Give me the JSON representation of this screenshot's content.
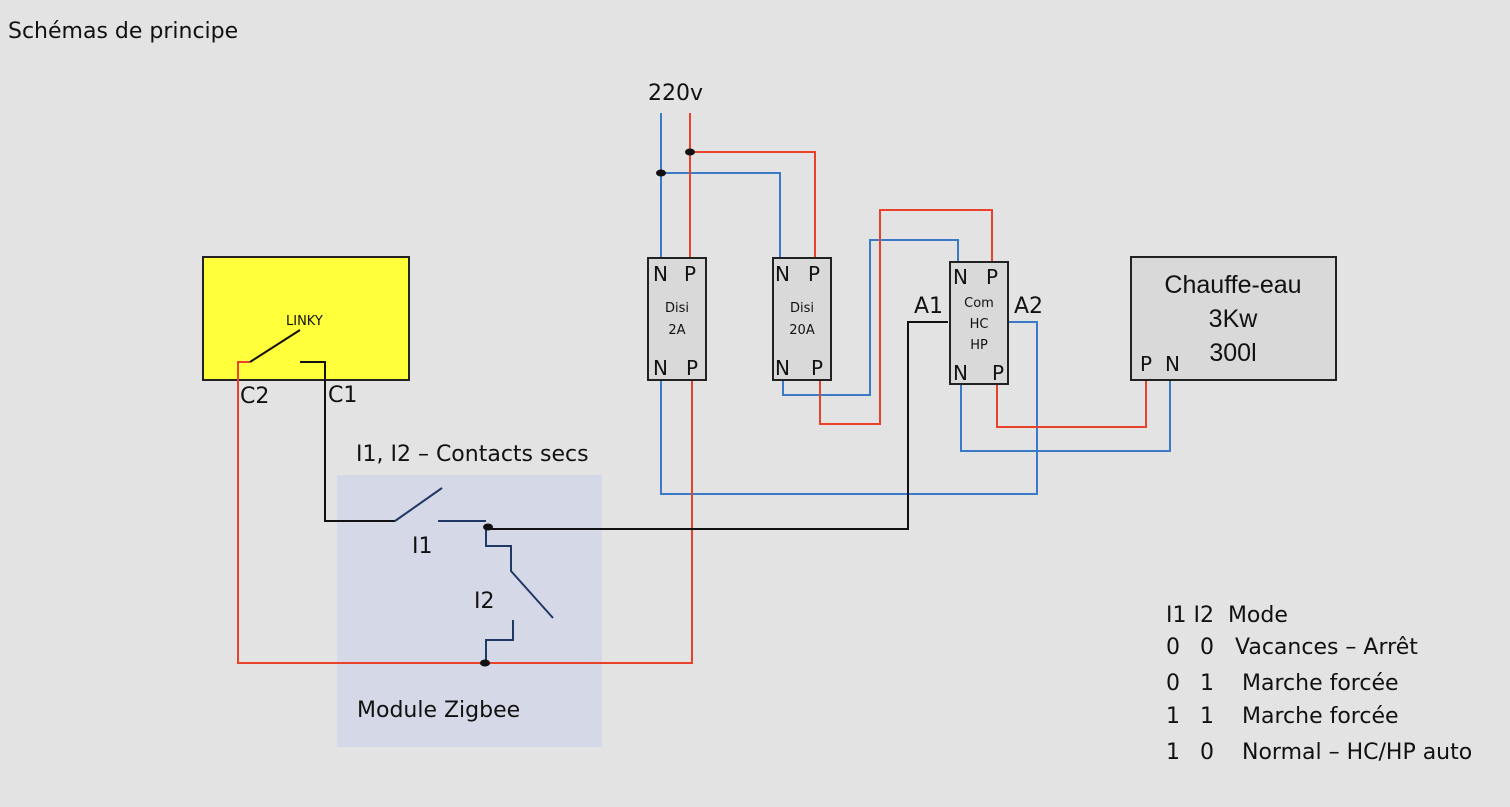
{
  "title": "Schémas de principe",
  "supply": {
    "label": "220v"
  },
  "linky": {
    "name": "LINKY",
    "terminal_left": "C2",
    "terminal_right": "C1"
  },
  "breaker_2a": {
    "top_n": "N",
    "top_p": "P",
    "line1": "Disi",
    "line2": "2A",
    "bottom_n": "N",
    "bottom_p": "P"
  },
  "breaker_20a": {
    "top_n": "N",
    "top_p": "P",
    "line1": "Disi",
    "line2": "20A",
    "bottom_n": "N",
    "bottom_p": "P"
  },
  "contactor": {
    "top_n": "N",
    "top_p": "P",
    "line1": "Com",
    "line2": "HC",
    "line3": "HP",
    "bottom_n": "N",
    "bottom_p": "P",
    "coil_a1": "A1",
    "coil_a2": "A2"
  },
  "heater": {
    "line1": "Chauffe-eau",
    "line2": "3Kw",
    "line3": "300l",
    "term_p": "P",
    "term_n": "N"
  },
  "zigbee": {
    "contacts_caption": "I1, I2 – Contacts secs",
    "switch1": "I1",
    "switch2": "I2",
    "module_label": "Module Zigbee"
  },
  "mode_table": {
    "header": "I1 I2  Mode",
    "rows": [
      {
        "i1": "0",
        "i2": "0",
        "mode": "Vacances – Arrêt"
      },
      {
        "i1": "0",
        "i2": "1",
        "mode": "Marche forcée"
      },
      {
        "i1": "1",
        "i2": "1",
        "mode": "Marche forcée"
      },
      {
        "i1": "1",
        "i2": "0",
        "mode": "Normal – HC/HP auto"
      }
    ]
  },
  "colors": {
    "phase": "#e8422a",
    "neutral": "#3a7ac8",
    "control": "#111111",
    "switch": "#203864",
    "linky_fill": "#ffff3b",
    "module_fill": "#d5d8e6",
    "box_fill": "#d9d9d9",
    "background": "#e3e3e3"
  }
}
